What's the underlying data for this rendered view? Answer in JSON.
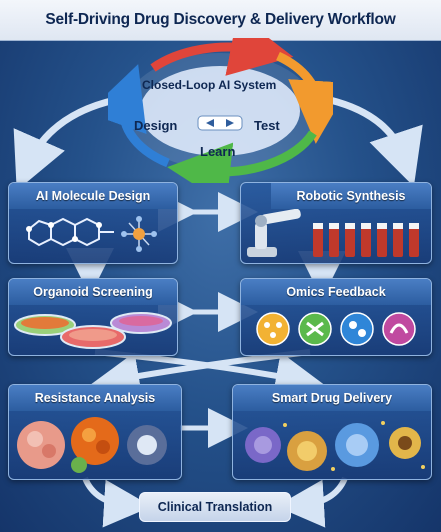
{
  "title": "Self-Driving Drug Discovery & Delivery Workflow",
  "loop": {
    "center_label": "Closed-Loop AI System",
    "design_label": "Design",
    "test_label": "Test",
    "learn_label": "Learn"
  },
  "boxes": {
    "ai_molecule_design": "AI Molecule Design",
    "robotic_synthesis": "Robotic Synthesis",
    "organoid_screening": "Organoid Screening",
    "omics_feedback": "Omics Feedback",
    "resistance_analysis": "Resistance Analysis",
    "smart_drug_delivery": "Smart Drug Delivery",
    "clinical_translation": "Clinical Translation"
  },
  "colors": {
    "loop_red": "#e0453a",
    "loop_orange": "#f29a2e",
    "loop_green": "#4fb848",
    "loop_blue": "#2f7fd6",
    "arrow": "#d6e4f5",
    "header": "#3a6eb4"
  }
}
